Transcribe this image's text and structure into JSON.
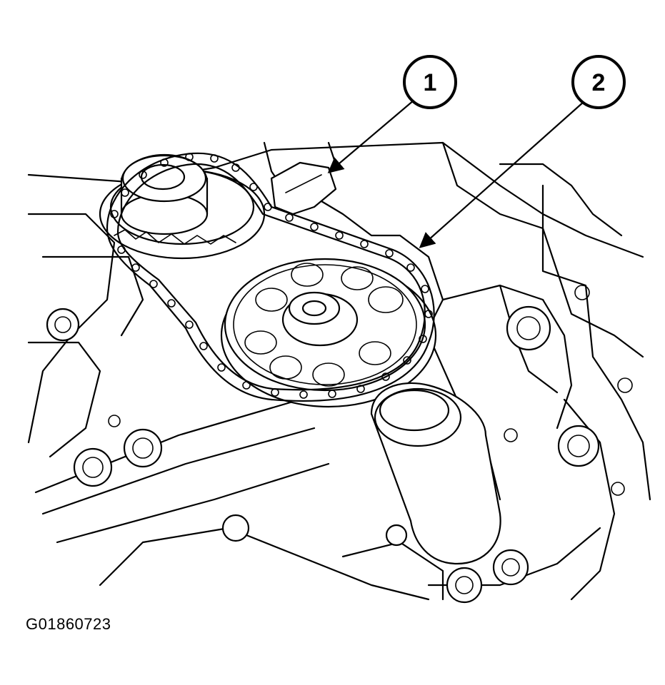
{
  "callouts": [
    {
      "label": "1"
    },
    {
      "label": "2"
    }
  ],
  "figure_id": "G01860723"
}
